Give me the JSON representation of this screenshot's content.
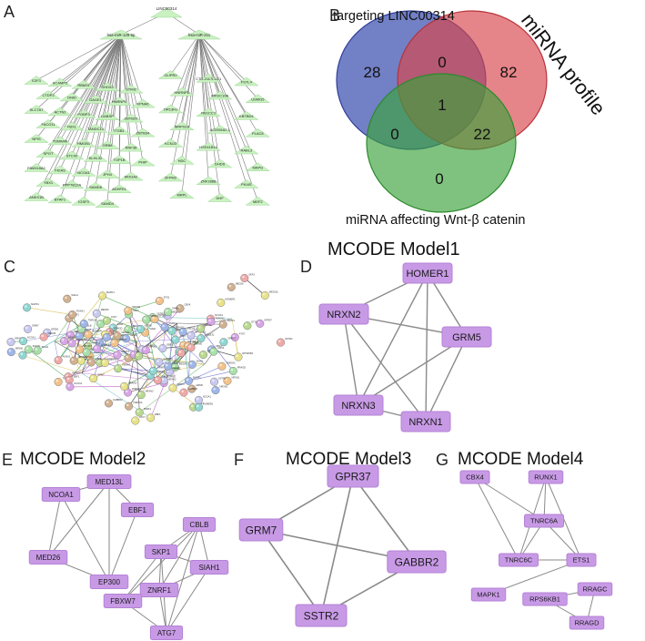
{
  "panels": {
    "A": {
      "label": "A",
      "root": "LINC00314",
      "mirnas": [
        "hsa-miR-129-5p",
        "hsa-miR-211"
      ],
      "genes_left": [
        "E2F3",
        "CTDP2",
        "SLC7A7",
        "FACO11",
        "NPIS",
        "SPOT",
        "FAM118A2",
        "YBX1",
        "ANKS1B",
        "SCAMP2",
        "DNID",
        "ACTN1",
        "FBXL",
        "TOMM40",
        "STC42",
        "FKIAS",
        "RPP7B12A",
        "BTAF1",
        "RBM31",
        "GAGE1",
        "POBP3",
        "TANDC13",
        "HMGB1",
        "KLHL32",
        "NCOA1",
        "SAMD8",
        "IGSF3",
        "SHOX2",
        "HNRNPL",
        "DABSP",
        "ITGB1",
        "GRB8",
        "TOP1B",
        "JPH4",
        "ADHFE1",
        "SAMD4",
        "STIM2",
        "KPNA6",
        "ZBTB20",
        "ZBTB34",
        "RNF38",
        "PHIP",
        "MOGA2"
      ],
      "genes_right": [
        "GLIPR2",
        "HNRNPD",
        "OR13H1",
        "MRPS18",
        "KCNJ3",
        "HDC",
        "ZFPM2",
        "MRPL",
        "CTD-2117L12.1",
        "WFDC10B",
        "RB1CC1",
        "AC093162.1",
        "HSD11B1L",
        "DHDS",
        "ZNF286B",
        "DHF",
        "FSTL4",
        "USMG5",
        "KBTBD4",
        "PLAC8",
        "RABL3",
        "MAPG",
        "PKI4S",
        "MEF2"
      ]
    },
    "B": {
      "label": "B",
      "sets": [
        {
          "name": "targeting LINC00314",
          "color": "#3b4fb0"
        },
        {
          "name": "miRNA profile",
          "color": "#d9434a"
        },
        {
          "name": "miRNA affecting Wnt-β catenin",
          "color": "#3aa23a"
        }
      ],
      "regions": {
        "only_a": "28",
        "ab": "0",
        "only_b": "82",
        "abc": "1",
        "ac": "0",
        "bc": "22",
        "only_c": "0"
      }
    },
    "C": {
      "label": "C",
      "node_labels": [
        "SKP1",
        "CBLB",
        "SIAH1",
        "ZNRF1",
        "FBXW7",
        "ATG7",
        "EP300",
        "NCOA1",
        "MED13L",
        "EBF1",
        "MED26",
        "GRM5",
        "NRXN1",
        "NRXN2",
        "NRXN3",
        "HOMER1",
        "GPR37",
        "GRM7",
        "SSTR2",
        "GABBR2",
        "RUNX1",
        "CBX4",
        "TNRC6A",
        "TNRC6C",
        "ETS1",
        "MAPK1",
        "RPS6KB1",
        "RRAGC",
        "RRAGD"
      ]
    },
    "D": {
      "label": "D",
      "title": "MCODE Model1",
      "nodes": [
        "HOMER1",
        "NRXN2",
        "GRM5",
        "NRXN3",
        "NRXN1"
      ]
    },
    "E": {
      "label": "E",
      "title": "MCODE Model2",
      "nodes": [
        "MED13L",
        "NCOA1",
        "EBF1",
        "MED26",
        "EP300",
        "CBLB",
        "SKP1",
        "SIAH1",
        "ZNRF1",
        "FBXW7",
        "ATG7"
      ]
    },
    "F": {
      "label": "F",
      "title": "MCODE Model3",
      "nodes": [
        "GPR37",
        "GRM7",
        "GABBR2",
        "SSTR2"
      ]
    },
    "G": {
      "label": "G",
      "title": "MCODE Model4",
      "nodes": [
        "CBX4",
        "RUNX1",
        "TNRC6A",
        "TNRC6C",
        "ETS1",
        "MAPK1",
        "RPS6KB1",
        "RRAGC",
        "RRAGD"
      ]
    }
  },
  "colors": {
    "node_fill": "#c89ae6",
    "node_stroke": "#b482d6",
    "edge": "#8a8a8a",
    "tri_fill": "#c9f2c0",
    "tri_edge": "#7c7c7c"
  }
}
